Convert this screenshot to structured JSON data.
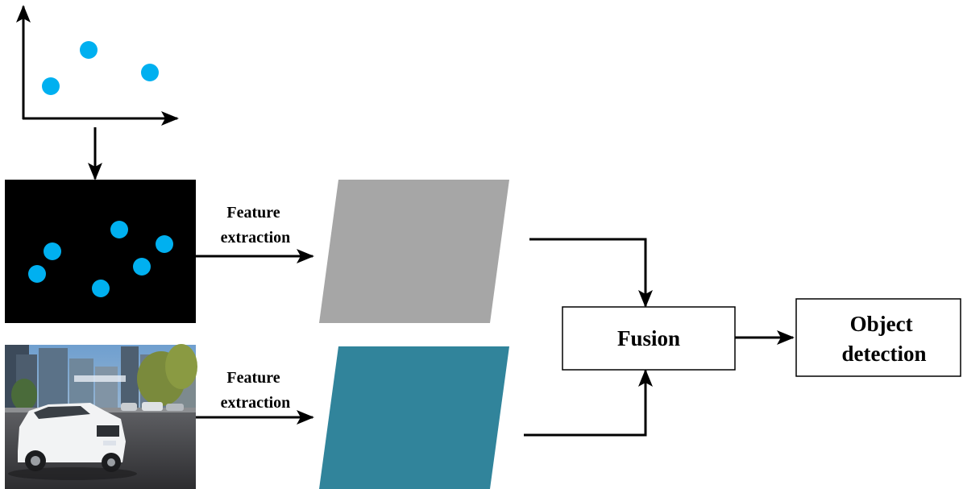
{
  "labels": {
    "feature_extraction_top": [
      "Feature",
      "extraction"
    ],
    "feature_extraction_bottom": [
      "Feature",
      "extraction"
    ],
    "fusion": "Fusion",
    "object_detection": [
      "Object",
      "detection"
    ]
  },
  "colors": {
    "point": "#00b0f0",
    "lidar_background": "#000000",
    "feature_map_lidar": "#a6a6a6",
    "feature_map_camera": "#31849b",
    "arrow": "#000000"
  },
  "icons": {
    "point_cloud_plot": "scatter-plot-icon",
    "camera_image": "street-car-photo"
  }
}
